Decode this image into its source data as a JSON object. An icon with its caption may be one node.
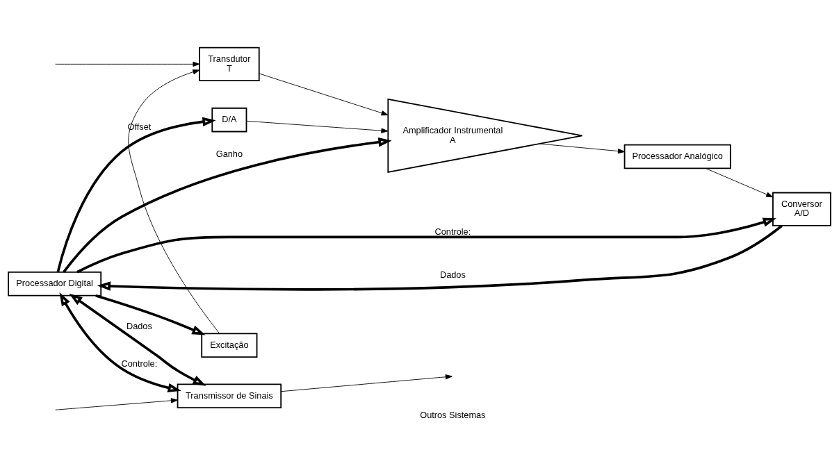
{
  "diagram": {
    "nodes": [
      {
        "text": [
          "Transdutor",
          "T"
        ]
      },
      {
        "text": [
          "Amplificador Instrumental",
          "A"
        ]
      },
      {
        "text": [
          "Processador Analógico"
        ]
      },
      {
        "text": [
          "Conversor",
          "A/D"
        ]
      },
      {
        "text": [
          "D/A"
        ]
      },
      {
        "text": [
          "Processador Digital"
        ]
      },
      {
        "text": [
          "Excitação"
        ]
      },
      {
        "text": [
          "Transmissor de Sinais"
        ]
      }
    ],
    "edges": [
      {
        "from": null,
        "to": 0,
        "arrow": "to"
      },
      {
        "from": 0,
        "to": 1,
        "arrow": "to"
      },
      {
        "from": 4,
        "to": 1,
        "arrow": "to"
      },
      {
        "from": 5,
        "to": 1,
        "arrow": "to",
        "label": "Ganho",
        "style": "thick"
      },
      {
        "from": 1,
        "to": 2,
        "arrow": "to"
      },
      {
        "from": 2,
        "to": 3,
        "arrow": "to"
      },
      {
        "from": 5,
        "to": 3,
        "arrow": "to",
        "label": "Controle:",
        "style": "thick"
      },
      {
        "from": 3,
        "to": 5,
        "arrow": "to",
        "label": "Dados",
        "style": "thick"
      },
      {
        "from": 5,
        "to": 4,
        "arrow": "to",
        "label": "Offset",
        "style": "thick"
      },
      {
        "from": 5,
        "to": 6,
        "arrow": "to",
        "style": "thick"
      },
      {
        "from": 6,
        "to": 0,
        "arrow": "to"
      },
      {
        "from": 5,
        "to": 7,
        "arrow": "both",
        "label": "Dados",
        "style": "thick"
      },
      {
        "from": 5,
        "to": 7,
        "arrow": "both",
        "label": "Controle:",
        "style": "thick"
      },
      {
        "from": 7,
        "to": null,
        "arrow": "to"
      },
      {
        "from": null,
        "to": 7,
        "arrow": "to"
      }
    ],
    "labels": [
      "Outros Sistemas"
    ]
  }
}
